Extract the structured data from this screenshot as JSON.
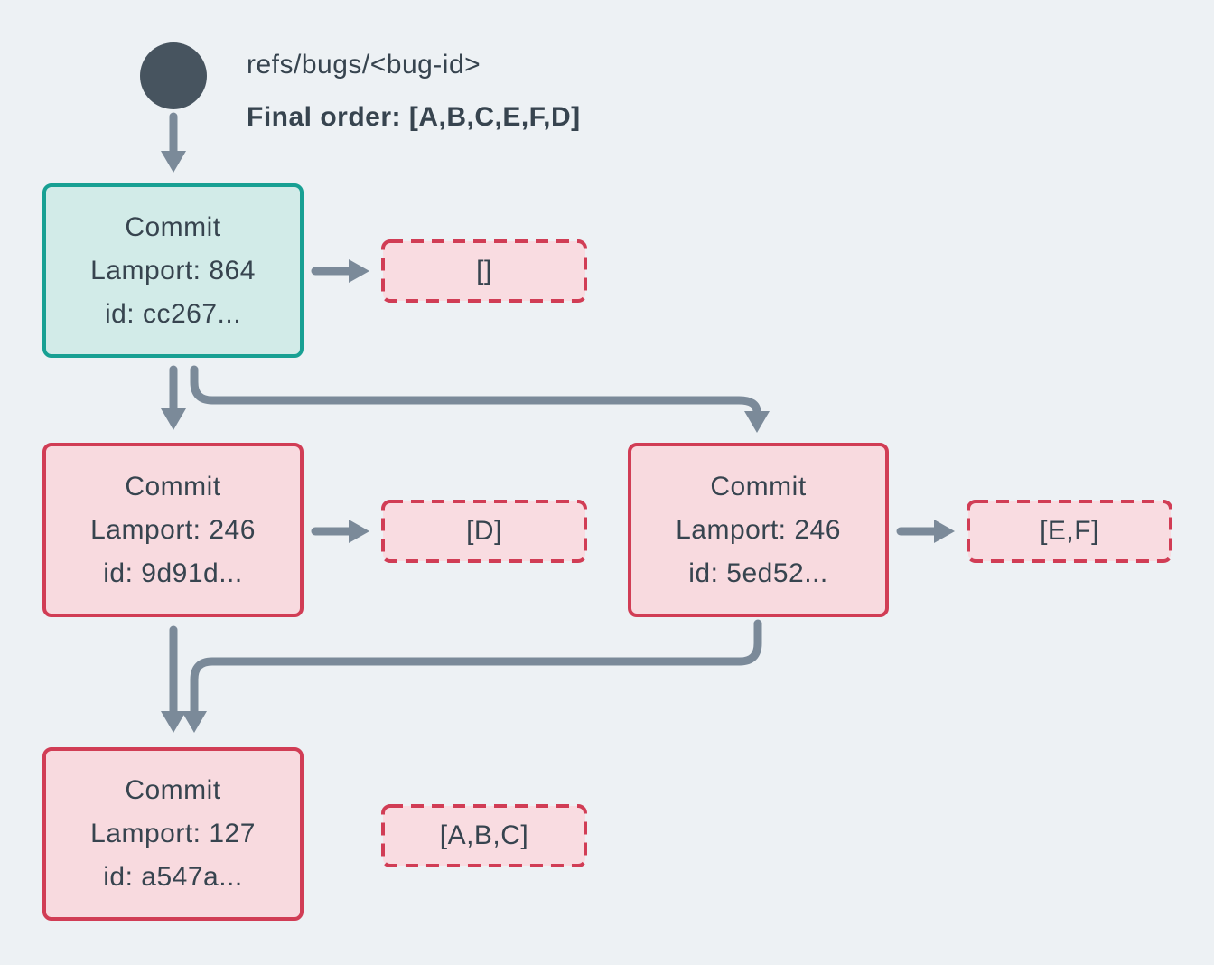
{
  "header": {
    "ref_label": "refs/bugs/<bug-id>",
    "final_order": "Final order: [A,B,C,E,F,D]"
  },
  "commits": {
    "root": {
      "title": "Commit",
      "lamport": "Lamport: 864",
      "id": "id: cc267...",
      "ops": "[]"
    },
    "left": {
      "title": "Commit",
      "lamport": "Lamport: 246",
      "id": "id: 9d91d...",
      "ops": "[D]"
    },
    "right": {
      "title": "Commit",
      "lamport": "Lamport: 246",
      "id": "id: 5ed52...",
      "ops": "[E,F]"
    },
    "bottom": {
      "title": "Commit",
      "lamport": "Lamport: 127",
      "id": "id: a547a...",
      "ops": "[A,B,C]"
    }
  },
  "colors": {
    "bg": "#edf1f4",
    "ink": "#37444f",
    "node": "#47545f",
    "arrow": "#7b8a99",
    "teal-border": "#18a093",
    "teal-fill": "#d2ebe8",
    "red-border": "#d13d55",
    "red-fill": "#f8dadf",
    "dashed-fill": "#f9dce1"
  }
}
